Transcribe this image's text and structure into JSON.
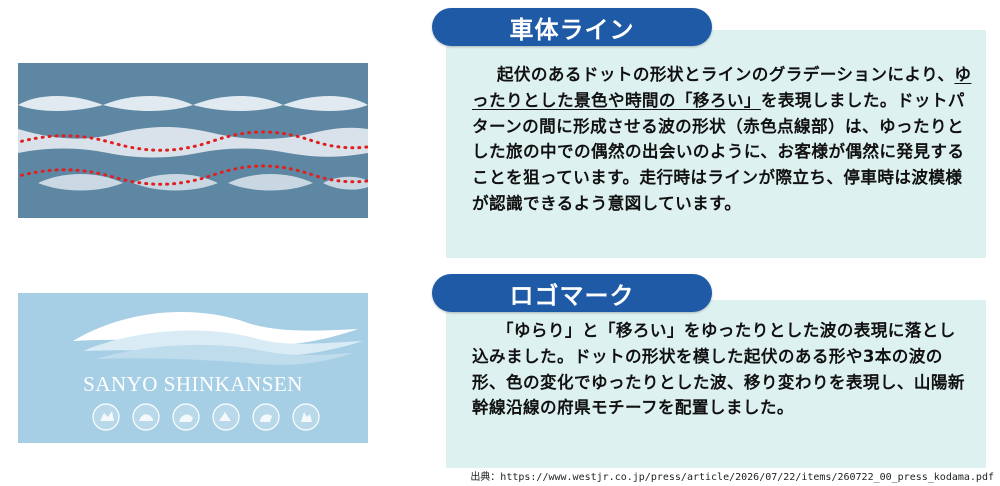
{
  "section_body": {
    "title": "車体ライン",
    "text": "起伏のあるドットの形状とラインのグラデーションにより、ゆったりとした景色や時間の「移ろい」を表現しました。ドットパターンの間に形成させる波の形状（赤色点線部）は、ゆったりとした旅の中での偶然の出会いのように、お客様が偶然に発見することを狙っています。走行時はラインが際立ち、停車時は波模様が認識できるよう意図しています。"
  },
  "section_logo": {
    "title": "ロゴマーク",
    "text": "「ゆらり」と「移ろい」をゆったりとした波の表現に落とし込みました。ドットの形状を模した起伏のある形や3本の波の形、色の変化でゆったりとした波、移り変わりを表現し、山陽新幹線沿線の府県モチーフを配置しました。"
  },
  "logo": {
    "wordmark": "SANYO SHINKANSEN"
  },
  "source": "出典：https://www.westjr.co.jp/press/article/2026/07/22/items/260722_00_press_kodama.pdf",
  "colors": {
    "title_bg": "#1f5aa6",
    "box_bg": "#def1f1",
    "pattern_bg": "#5d87a2",
    "logo_bg": "#a6cfe6",
    "dotted_line": "#e02020"
  }
}
